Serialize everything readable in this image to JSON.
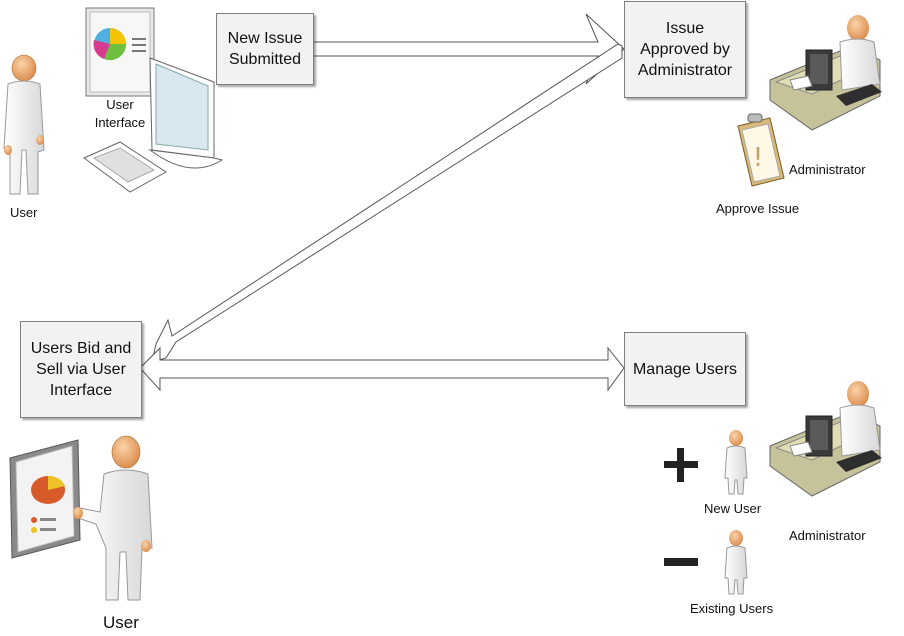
{
  "boxes": {
    "new_issue": "New Issue\nSubmitted",
    "approved": "Issue\nApproved by\nAdministrator",
    "bid_sell": "Users Bid and\nSell via User\nInterface",
    "manage_users": "Manage Users"
  },
  "labels": {
    "user_top": "User",
    "user_interface": "User\nInterface",
    "administrator_top": "Administrator",
    "approve_issue": "Approve Issue",
    "user_bottom": "User",
    "new_user": "New User",
    "existing_users": "Existing Users",
    "administrator_bottom": "Administrator"
  },
  "icons": {
    "plus": "plus-icon",
    "minus": "minus-icon"
  }
}
